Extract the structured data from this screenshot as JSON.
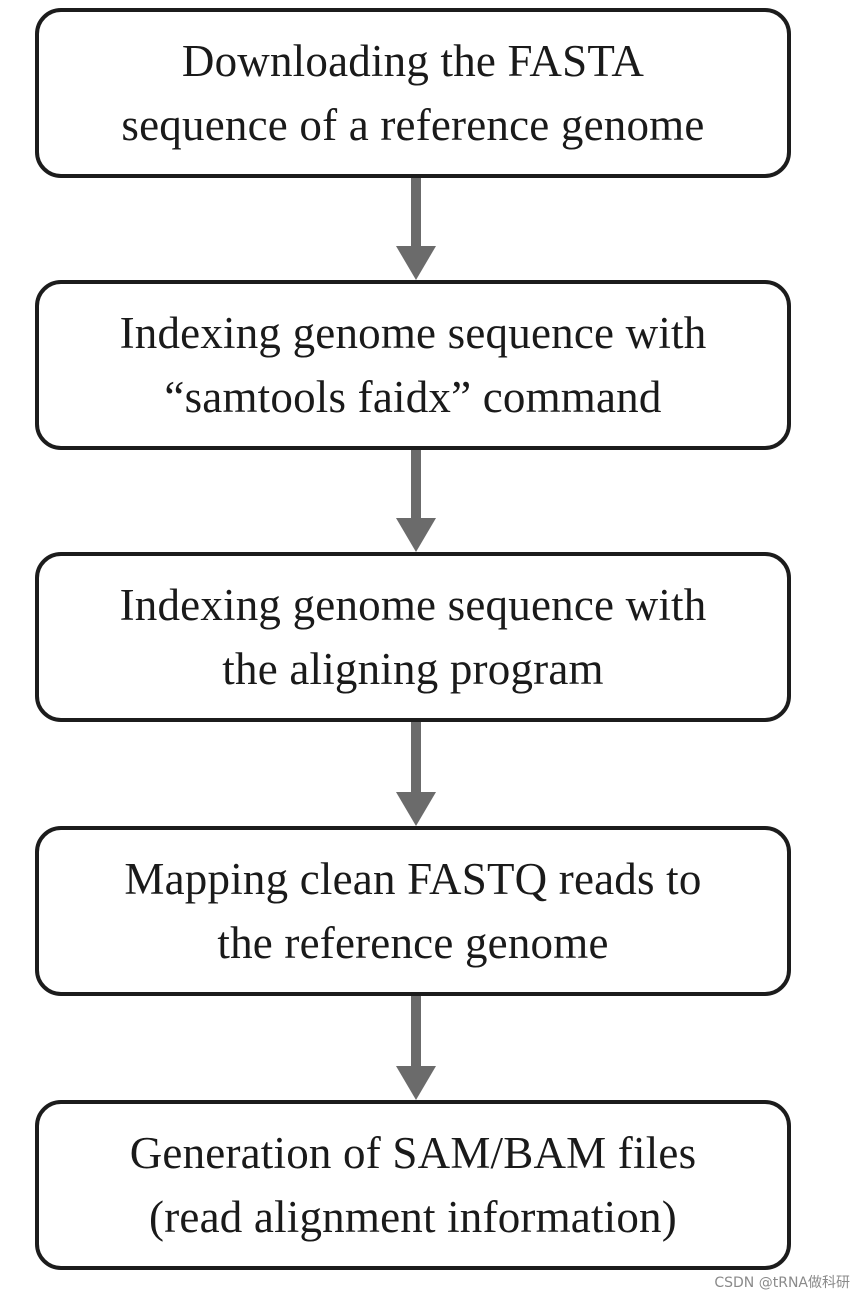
{
  "steps": [
    {
      "lines": [
        "Downloading the FASTA",
        "sequence of a reference genome"
      ]
    },
    {
      "lines": [
        "Indexing genome sequence with",
        "“samtools faidx” command"
      ]
    },
    {
      "lines": [
        "Indexing genome sequence with",
        "the aligning program"
      ]
    },
    {
      "lines": [
        "Mapping clean FASTQ reads to",
        "the reference genome"
      ]
    },
    {
      "lines": [
        "Generation of SAM/BAM files",
        "(read alignment information)"
      ]
    }
  ],
  "colors": {
    "box_border": "#1c1c1c",
    "arrow": "#6b6b6b"
  },
  "watermark": "CSDN @tRNA做科研"
}
